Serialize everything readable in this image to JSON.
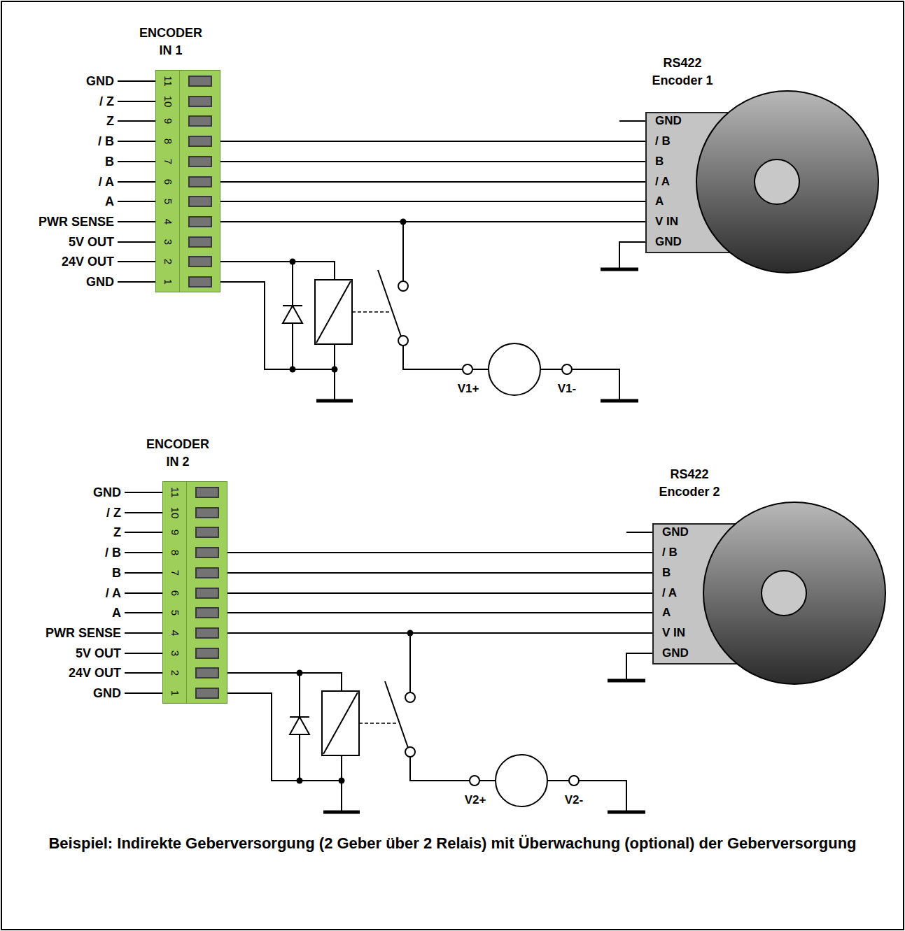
{
  "diagram": {
    "caption": "Beispiel: Indirekte Geberversorgung (2 Geber über 2 Relais) mit Überwachung (optional) der Geberversorgung",
    "nodes": [
      {
        "text": [
          "ENCODER IN 1",
          "11",
          "10",
          "9",
          "8",
          "7",
          "6",
          "5",
          "4",
          "3",
          "2",
          "1"
        ]
      },
      {
        "text": [
          "RS422 Encoder 1",
          "GND",
          "/ B",
          "B",
          "/ A",
          "A",
          "V IN",
          "GND"
        ]
      },
      {
        "text": [
          "ENCODER IN 2",
          "11",
          "10",
          "9",
          "8",
          "7",
          "6",
          "5",
          "4",
          "3",
          "2",
          "1"
        ]
      },
      {
        "text": [
          "RS422 Encoder 2",
          "GND",
          "/ B",
          "B",
          "/ A",
          "A",
          "V IN",
          "GND"
        ]
      }
    ],
    "edges": [
      {
        "from": 0,
        "to": 1,
        "arrow": "none"
      },
      {
        "from": 0,
        "to": 1,
        "arrow": "none"
      },
      {
        "from": 0,
        "to": 1,
        "arrow": "none"
      },
      {
        "from": 0,
        "to": 1,
        "arrow": "none"
      },
      {
        "from": 0,
        "to": 1,
        "arrow": "none"
      },
      {
        "from": 2,
        "to": 3,
        "arrow": "none"
      },
      {
        "from": 2,
        "to": 3,
        "arrow": "none"
      },
      {
        "from": 2,
        "to": 3,
        "arrow": "none"
      },
      {
        "from": 2,
        "to": 3,
        "arrow": "none"
      },
      {
        "from": 2,
        "to": 3,
        "arrow": "none"
      }
    ],
    "labels": [
      "GND",
      "/ Z",
      "Z",
      "/ B",
      "B",
      "/ A",
      "A",
      "PWR SENSE",
      "5V OUT",
      "24V OUT",
      "GND",
      "V1+",
      "V1-",
      "GND",
      "/ Z",
      "Z",
      "/ B",
      "B",
      "/ A",
      "A",
      "PWR SENSE",
      "5V OUT",
      "24V OUT",
      "GND",
      "V2+",
      "V2-"
    ]
  }
}
